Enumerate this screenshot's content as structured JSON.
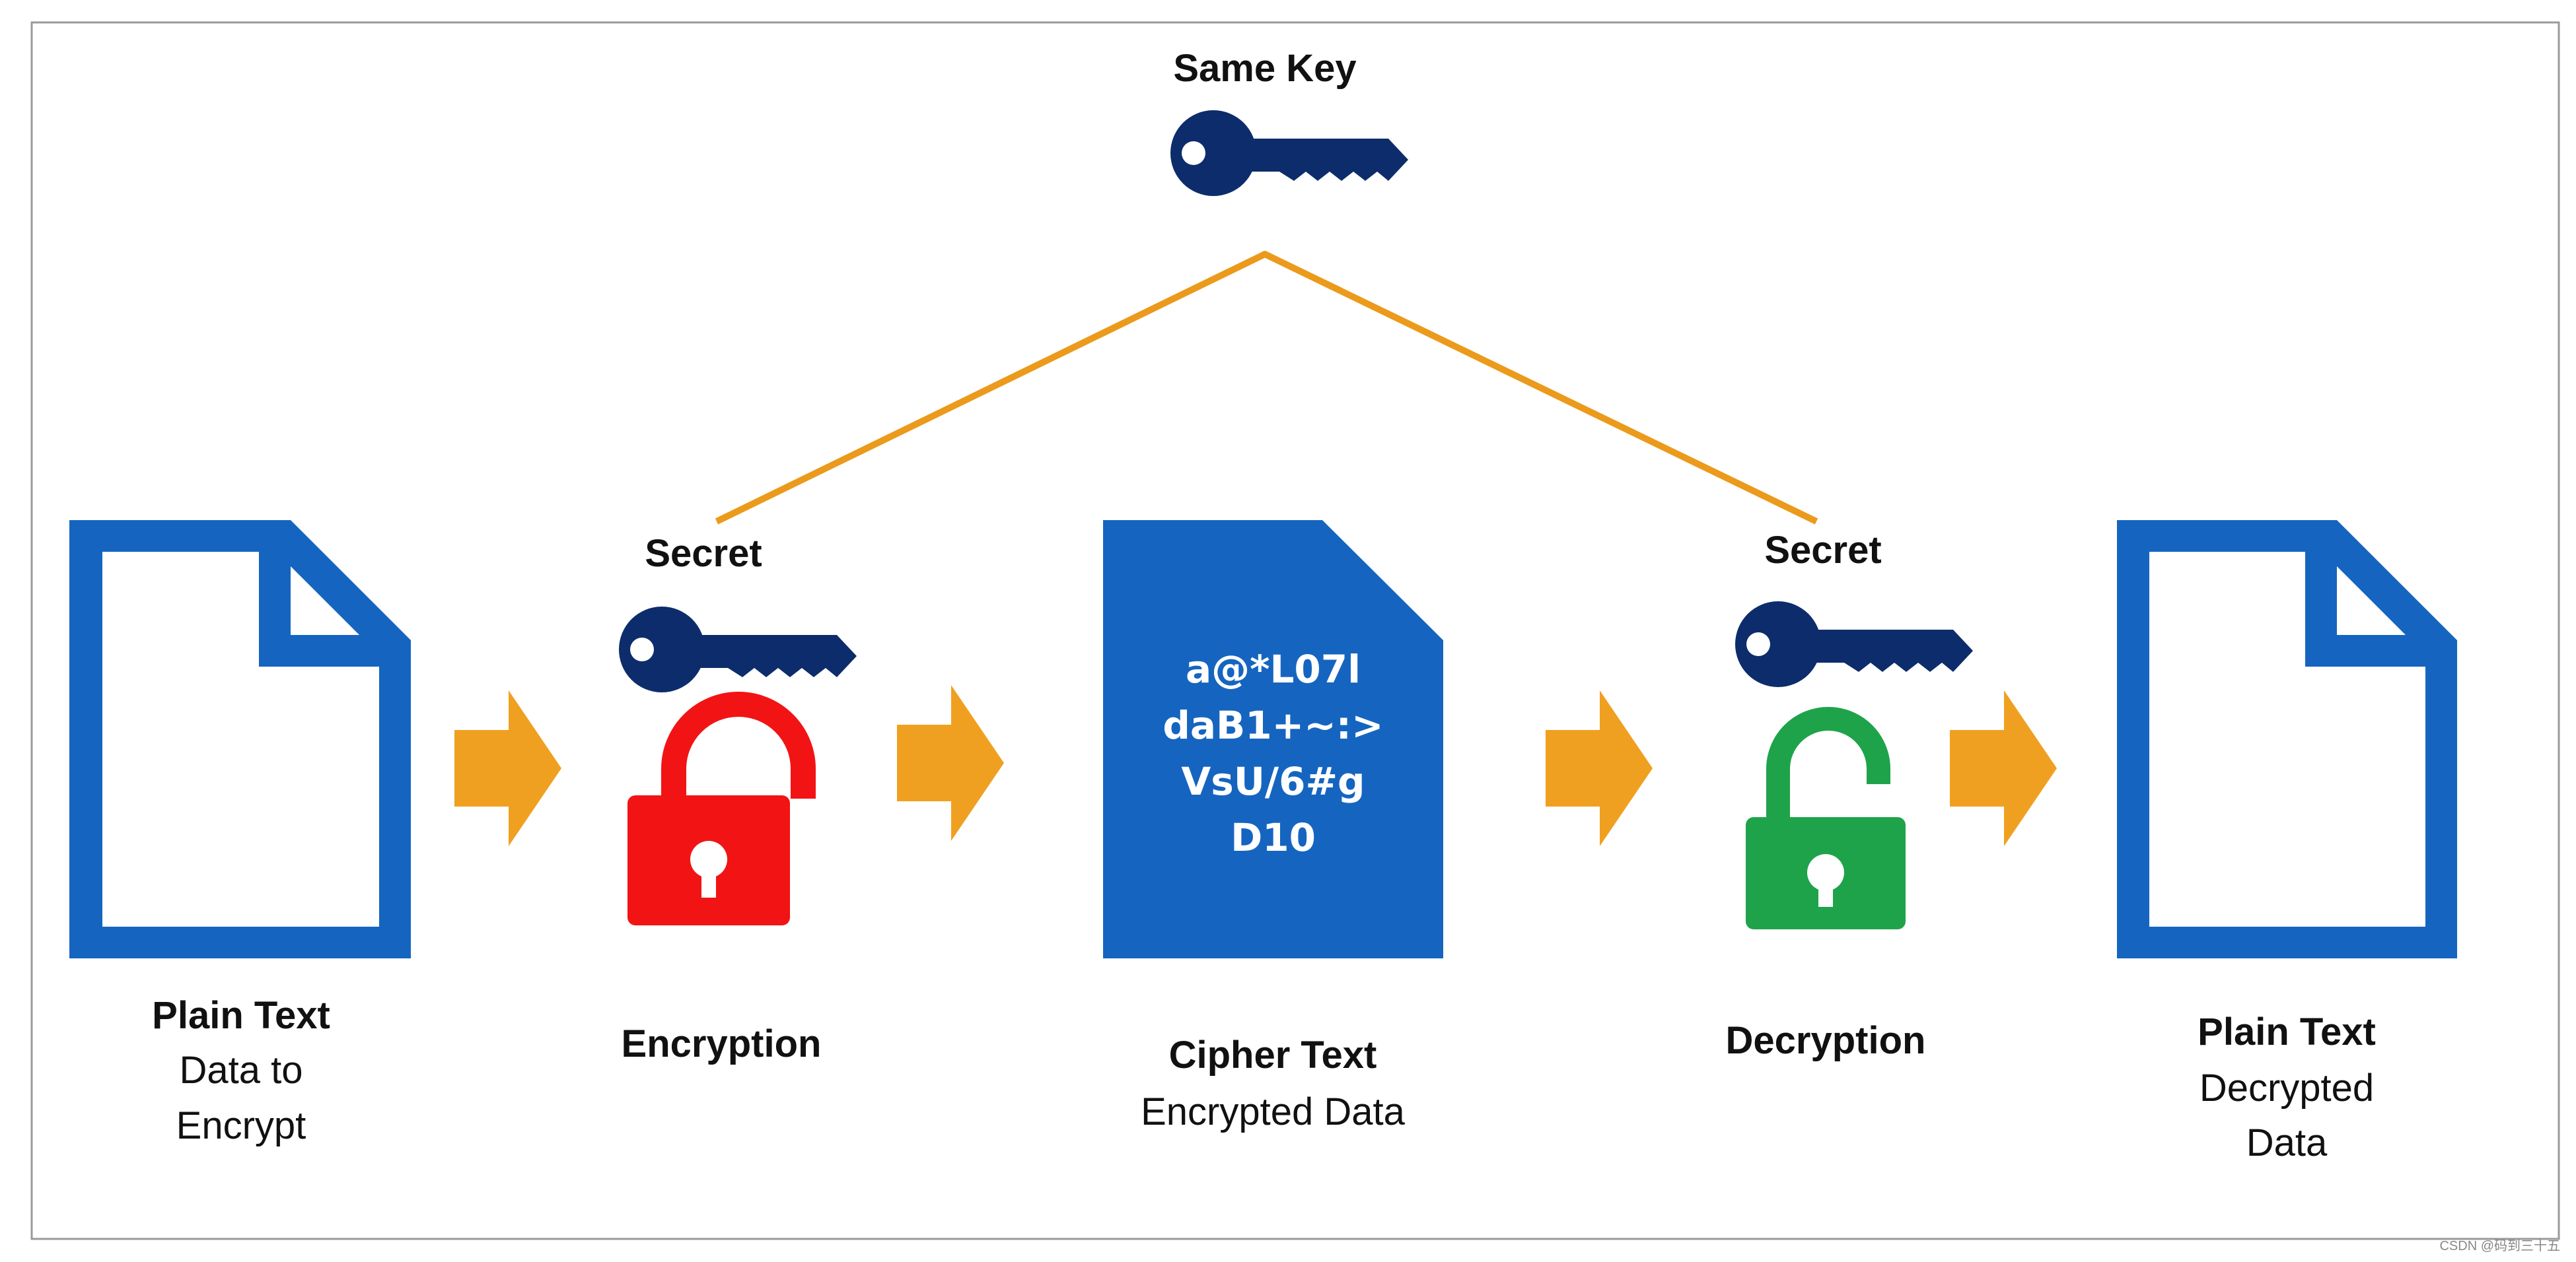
{
  "colors": {
    "doc_blue": "#1565c0",
    "key_navy": "#0d2c6b",
    "lock_red": "#f21414",
    "lock_green": "#1ea34a",
    "arrow_orange": "#f0a020",
    "line_orange": "#eb9a1c",
    "border_gray": "#9a9a9a"
  },
  "icons": {
    "same_key": "key-icon",
    "secret_key": "key-icon",
    "encryption_lock": "closed-padlock-icon",
    "decryption_lock": "open-padlock-icon",
    "document": "document-icon",
    "arrow": "right-arrow-icon"
  },
  "diagram": {
    "same_key_label": "Same Key",
    "encryption": {
      "secret_label": "Secret",
      "title": "Encryption"
    },
    "decryption": {
      "secret_label": "Secret",
      "title": "Decryption"
    },
    "plain_text_left": {
      "title": "Plain Text",
      "subtitle_line1": "Data to",
      "subtitle_line2": "Encrypt"
    },
    "cipher": {
      "title": "Cipher Text",
      "subtitle": "Encrypted Data",
      "lines": [
        "a@*L07l",
        "daB1+~:>",
        "VsU/6#g",
        "D10"
      ]
    },
    "plain_text_right": {
      "title": "Plain Text",
      "subtitle_line1": "Decrypted",
      "subtitle_line2": "Data"
    }
  },
  "watermark": "CSDN @码到三十五"
}
